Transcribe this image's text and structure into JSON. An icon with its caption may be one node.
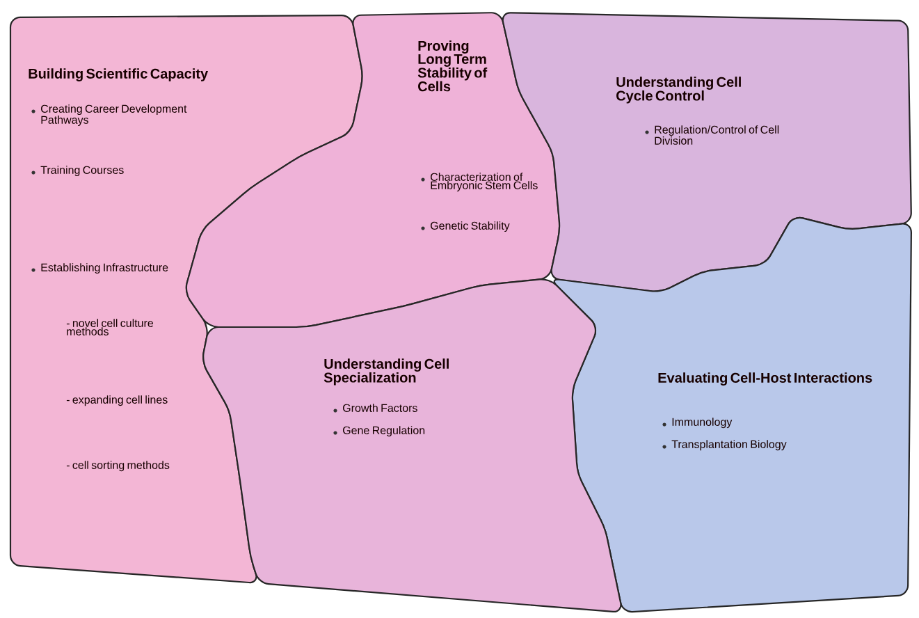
{
  "diagram": {
    "nodes": [
      {
        "text": [
          "Building Scientific Capacity",
          "Creating Career Development Pathways",
          "Training Courses",
          "Establishing Infrastructure",
          "- novel cell culture methods",
          "- expanding cell lines",
          "- cell sorting methods"
        ]
      },
      {
        "text": [
          "Proving Long Term Stability of Cells",
          "Characterization of Embryonic Stem Cells",
          "Genetic Stability"
        ]
      },
      {
        "text": [
          "Understanding Cell Cycle Control",
          "Regulation/Control of Cell Division"
        ]
      },
      {
        "text": [
          "Evaluating Cell-Host Interactions",
          "Immunology",
          "Transplantation Biology"
        ]
      },
      {
        "text": [
          "Understanding Cell Specialization",
          "Growth Factors",
          "Gene Regulation"
        ]
      }
    ]
  }
}
